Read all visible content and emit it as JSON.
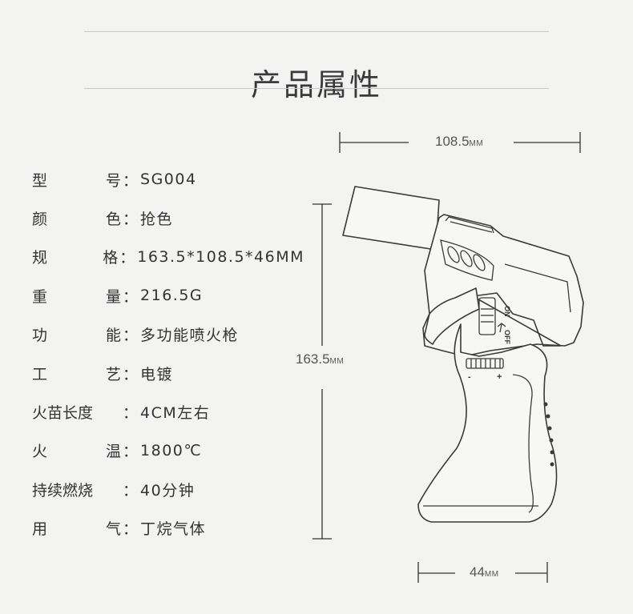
{
  "header": {
    "title": "产品属性"
  },
  "specs": [
    {
      "label_chars": [
        "型",
        "号"
      ],
      "sep": "：",
      "value": "SG004"
    },
    {
      "label_chars": [
        "颜",
        "色"
      ],
      "sep": "：",
      "value": "抢色"
    },
    {
      "label_chars": [
        "规",
        "格"
      ],
      "sep": "：",
      "value": "163.5*108.5*46MM"
    },
    {
      "label_chars": [
        "重",
        "量"
      ],
      "sep": "：",
      "value": "216.5G"
    },
    {
      "label_chars": [
        "功",
        "能"
      ],
      "sep": "：",
      "value": "多功能喷火枪"
    },
    {
      "label_chars": [
        "工",
        "艺"
      ],
      "sep": "：",
      "value": "电镀"
    },
    {
      "label_chars": [
        "火苗长度"
      ],
      "sep": "：",
      "value": "4CM左右"
    },
    {
      "label_chars": [
        "火",
        "温"
      ],
      "sep": "：",
      "value": "1800℃"
    },
    {
      "label_chars": [
        "持续燃烧"
      ],
      "sep": "：",
      "value": "40分钟"
    },
    {
      "label_chars": [
        "用",
        "气"
      ],
      "sep": "：",
      "value": "丁烷气体"
    }
  ],
  "dimensions": {
    "width": {
      "value": "108.5",
      "unit": "MM"
    },
    "height": {
      "value": "163.5",
      "unit": "MM"
    },
    "depth": {
      "value": "44",
      "unit": "MM"
    }
  },
  "product_marks": {
    "on": "ON",
    "off": "OFF",
    "minus": "-",
    "plus": "+"
  },
  "colors": {
    "background": "#f3f4f2",
    "text": "#333333",
    "rule": "#c9c9c9",
    "line": "#3a3a3a"
  }
}
